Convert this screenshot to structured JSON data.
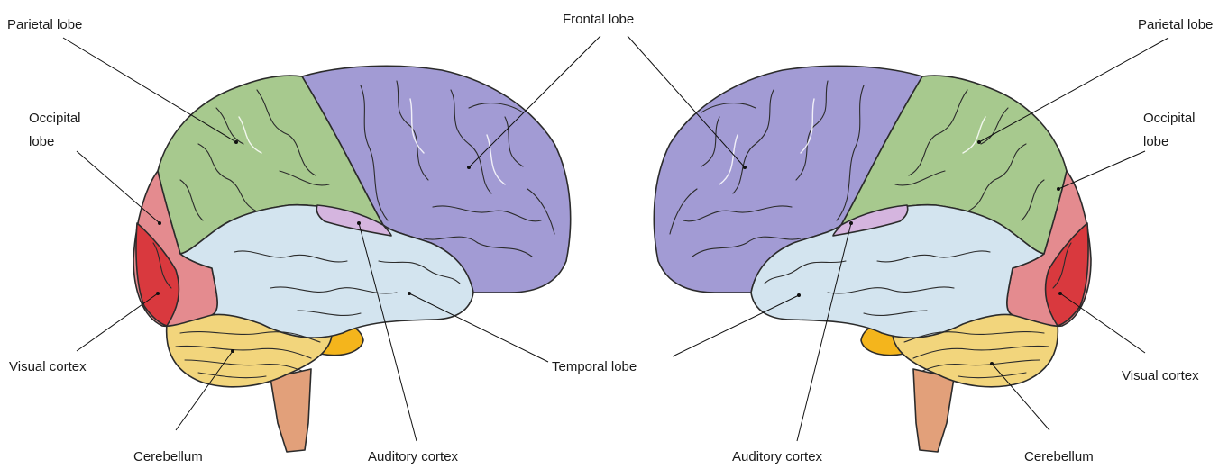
{
  "colors": {
    "frontal": "#a29bd4",
    "parietal": "#a7c98e",
    "occipital": "#e48b8f",
    "visual": "#d9393e",
    "temporal": "#d3e4ef",
    "auditory": "#d5b5df",
    "cerebellum": "#f2d57c",
    "pons": "#f4b51c",
    "stem": "#e2a07a"
  },
  "left_brain": {
    "labels": {
      "parietal": "Parietal lobe",
      "occipital_line1": "Occipital",
      "occipital_line2": "lobe",
      "visual": "Visual cortex",
      "cerebellum": "Cerebellum",
      "auditory": "Auditory cortex"
    }
  },
  "right_brain": {
    "labels": {
      "parietal": "Parietal lobe",
      "occipital_line1": "Occipital",
      "occipital_line2": "lobe",
      "visual": "Visual cortex",
      "cerebellum": "Cerebellum",
      "auditory": "Auditory cortex"
    }
  },
  "shared_labels": {
    "frontal": "Frontal lobe",
    "temporal": "Temporal lobe"
  }
}
